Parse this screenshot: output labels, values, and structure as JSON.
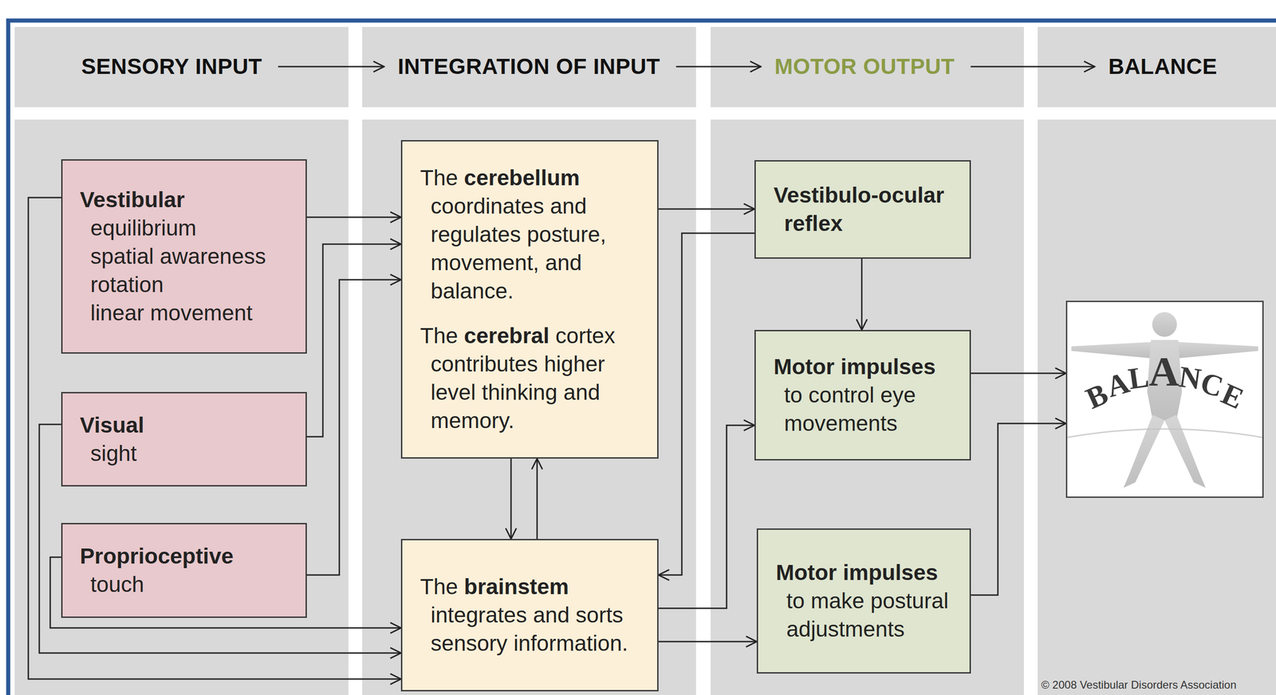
{
  "diagram": {
    "nodes": [
      {
        "text": [
          "SENSORY INPUT"
        ]
      },
      {
        "text": [
          "INTEGRATION OF INPUT"
        ]
      },
      {
        "text": [
          "MOTOR OUTPUT"
        ]
      },
      {
        "text": [
          "BALANCE"
        ]
      },
      {
        "text": [
          "Vestibular",
          "equilibrium",
          "spatial awareness",
          "rotation",
          "linear movement"
        ]
      },
      {
        "text": [
          "Visual",
          "sight"
        ]
      },
      {
        "text": [
          "Proprioceptive",
          "touch"
        ]
      },
      {
        "text": [
          "The cerebellum coordinates and regulates posture, movement, and balance.",
          "The cerebral cortex contributes higher level thinking and memory."
        ]
      },
      {
        "text": [
          "The brainstem integrates and sorts sensory information."
        ]
      },
      {
        "text": [
          "Vestibulo-ocular reflex"
        ]
      },
      {
        "text": [
          "Motor impulses",
          "to control eye movements"
        ]
      },
      {
        "text": [
          "Motor impulses",
          "to make postural adjustments"
        ]
      },
      {
        "text": [
          "BALANCE"
        ]
      }
    ],
    "edges": [
      {
        "from": 0,
        "to": 1,
        "arrow": "to"
      },
      {
        "from": 1,
        "to": 2,
        "arrow": "to"
      },
      {
        "from": 2,
        "to": 3,
        "arrow": "to"
      },
      {
        "from": 4,
        "to": 7,
        "arrow": "to"
      },
      {
        "from": 5,
        "to": 7,
        "arrow": "to"
      },
      {
        "from": 6,
        "to": 7,
        "arrow": "to"
      },
      {
        "from": 4,
        "to": 8,
        "arrow": "to"
      },
      {
        "from": 5,
        "to": 8,
        "arrow": "to"
      },
      {
        "from": 6,
        "to": 8,
        "arrow": "to"
      },
      {
        "from": 7,
        "to": 8,
        "arrow": "to"
      },
      {
        "from": 8,
        "to": 7,
        "arrow": "to"
      },
      {
        "from": 7,
        "to": 9,
        "arrow": "to"
      },
      {
        "from": 9,
        "to": 8,
        "arrow": "to"
      },
      {
        "from": 9,
        "to": 10,
        "arrow": "to"
      },
      {
        "from": 8,
        "to": 10,
        "arrow": "to"
      },
      {
        "from": 8,
        "to": 11,
        "arrow": "to"
      },
      {
        "from": 10,
        "to": 12,
        "arrow": "to"
      },
      {
        "from": 11,
        "to": 12,
        "arrow": "to"
      }
    ],
    "labels": [
      "© 2008 Vestibular Disorders Association"
    ]
  }
}
